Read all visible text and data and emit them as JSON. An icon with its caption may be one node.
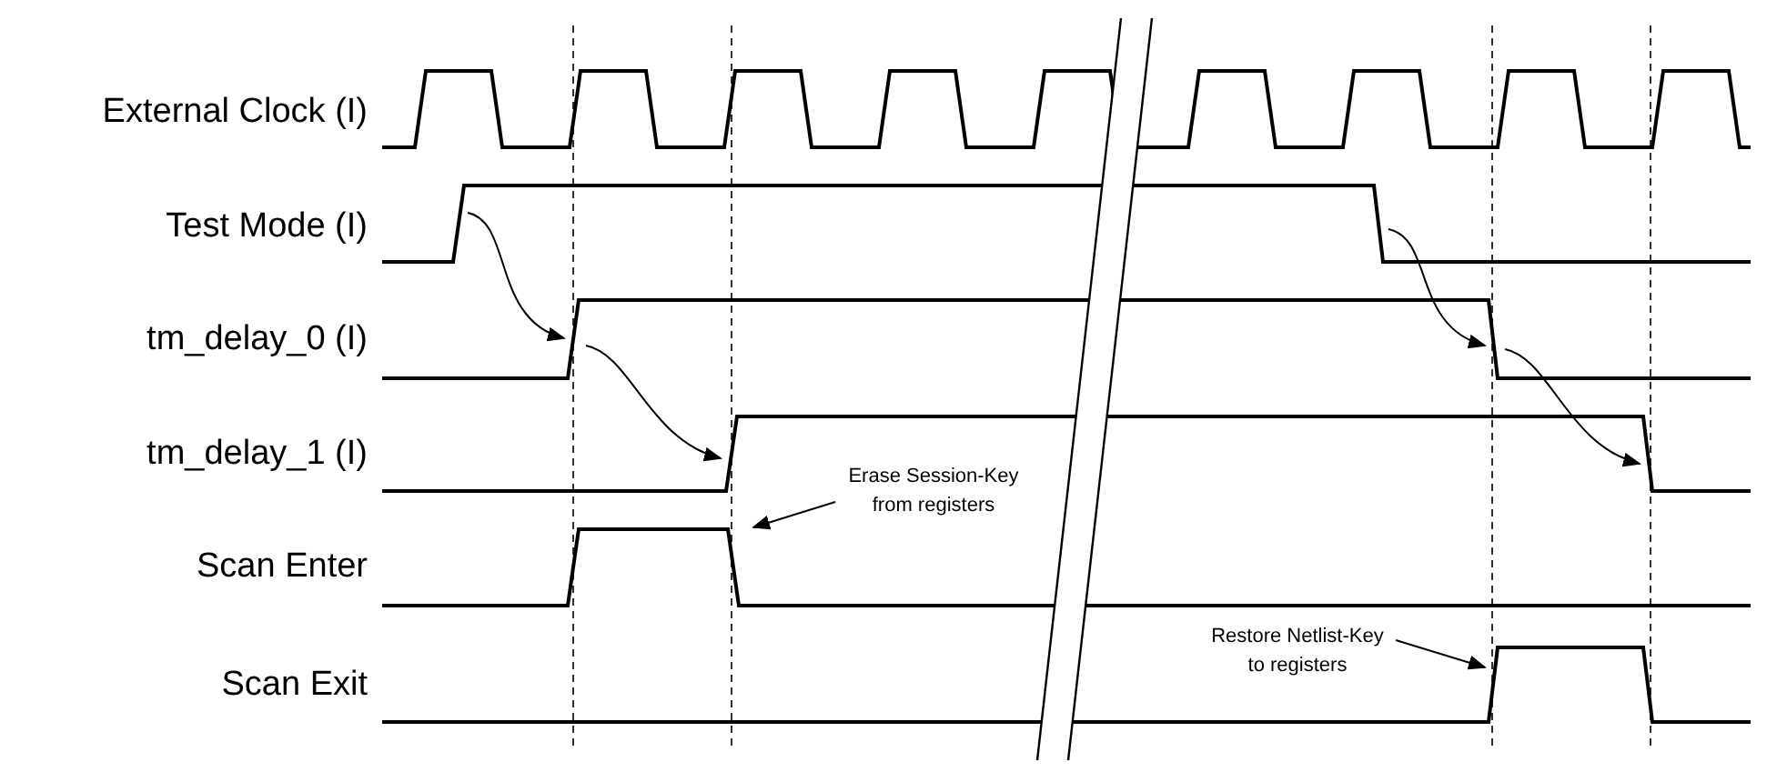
{
  "diagram": {
    "nodes": [
      {
        "text": [],
        "shape": "waveform"
      },
      {
        "text": [],
        "shape": "waveform"
      },
      {
        "text": [],
        "shape": "waveform"
      },
      {
        "text": [],
        "shape": "waveform"
      },
      {
        "text": [],
        "shape": "waveform"
      },
      {
        "text": [],
        "shape": "waveform"
      },
      {
        "text": [
          "Erase Session-Key from registers"
        ]
      },
      {
        "text": [
          "Restore Netlist-Key to registers"
        ]
      }
    ],
    "edges": [
      {
        "from": 1,
        "to": 2,
        "arrow": "to"
      },
      {
        "from": 2,
        "to": 3,
        "arrow": "to"
      },
      {
        "from": 1,
        "to": 2,
        "arrow": "to"
      },
      {
        "from": 2,
        "to": 3,
        "arrow": "to"
      },
      {
        "from": 6,
        "to": 4,
        "arrow": "to"
      },
      {
        "from": 7,
        "to": 5,
        "arrow": "to"
      }
    ],
    "labels": [
      "External Clock (I)",
      "Test Mode (I)",
      "tm_delay_0 (I)",
      "tm_delay_1 (I)",
      "Scan Enter",
      "Scan Exit"
    ]
  }
}
